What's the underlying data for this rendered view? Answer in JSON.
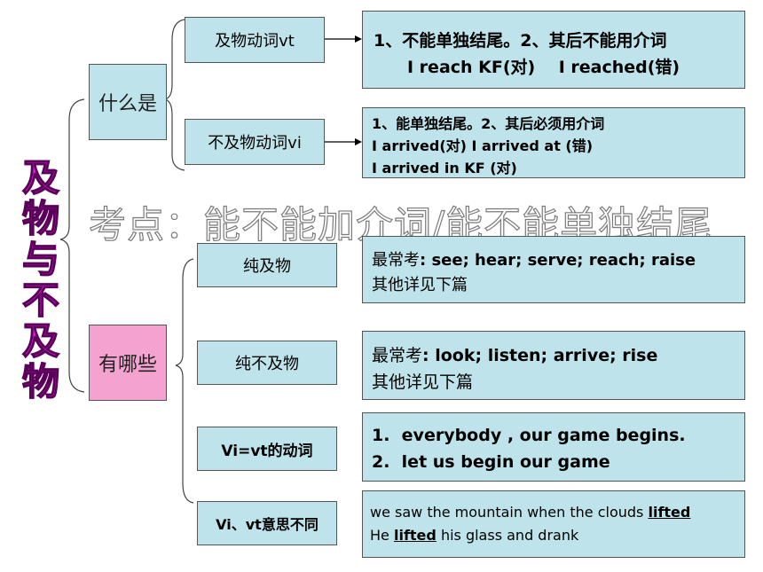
{
  "title_chars": [
    "及",
    "物",
    "与",
    "不",
    "及",
    "物"
  ],
  "heading": "考点：能不能加介词/能不能单独结尾",
  "category_what": "什么是",
  "category_which": "有哪些",
  "vt": {
    "label": "及物动词vt",
    "line1": "1、不能单独结尾。2、其后不能用介词",
    "line2": "I reach KF(对)    I reached(错)"
  },
  "vi": {
    "label": "不及物动词vi",
    "line1": "1、能单独结尾。2、其后必须用介词",
    "line2": "I arrived(对) I arrived at (错)",
    "line3": "I arrived in KF (对)"
  },
  "pure_vt": {
    "label": "纯及物",
    "line1_prefix": "最常考",
    "line1": ": see; hear; serve; reach; raise",
    "line2": "其他详见下篇"
  },
  "pure_vi": {
    "label": "纯不及物",
    "line1_prefix": "最常考",
    "line1": ": look; listen; arrive; rise",
    "line2": "其他详见下篇"
  },
  "both": {
    "label": "Vi=vt的动词",
    "line1": "1.  everybody , our game begins.",
    "line2": "2.  let us begin our game"
  },
  "diff": {
    "label": "Vi、vt意思不同",
    "line1_a": "we saw the mountain when the clouds ",
    "line1_u": "lifted",
    "line2_a": "He ",
    "line2_u": "lifted",
    "line2_b": " his glass and drank"
  },
  "colors": {
    "box_bg": "#bfe3ea",
    "pink": "#f4a3d0",
    "title": "#e81cd5"
  }
}
